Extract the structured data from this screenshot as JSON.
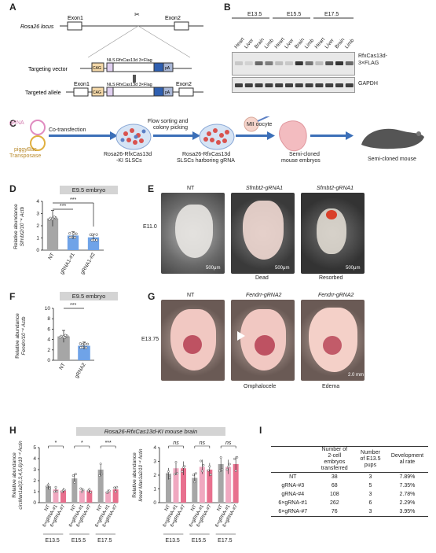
{
  "panels": {
    "A": "A",
    "B": "B",
    "C": "C",
    "D": "D",
    "E": "E",
    "F": "F",
    "G": "G",
    "H": "H",
    "I": "I"
  },
  "panelA": {
    "locus_label": "Rosa26 locus",
    "exon1": "Exon1",
    "exon2": "Exon2",
    "targeting_vector": "Targeting vector",
    "targeted_allele": "Targeted allele",
    "cag": "CAG",
    "nls": "NLS",
    "cassette": "RfxCas13d 3×Flag",
    "pa": "pA"
  },
  "panelB": {
    "stages": [
      "E13.5",
      "E15.5",
      "E17.5"
    ],
    "tissues": [
      "Heart",
      "Liver",
      "Brain",
      "Limb",
      "Heart",
      "Liver",
      "Brain",
      "Limb",
      "Heart",
      "Liver",
      "Brain",
      "Limb"
    ],
    "blot1_label": "RfxCas13d-\n3×FLAG",
    "blot1_l1": "RfxCas13d-",
    "blot1_l2": "3×FLAG",
    "blot2_label": "GAPDH"
  },
  "panelC": {
    "grna": "gRNA",
    "piggybac_l1": "piggyBac",
    "piggybac_l2": "Transposase",
    "cotransfection": "Co-transfection",
    "flow_l1": "Flow sorting and",
    "flow_l2": "colony picking",
    "mii": "MII oocyte",
    "cell1_l1": "Rosa26-RfxCas13d",
    "cell1_l2": "-KI SLSCs",
    "cell2_l1": "Rosa26-RfxCas13d",
    "cell2_l2": "SLSCs harboring gRNA",
    "embryo_l1": "Semi-cloned",
    "embryo_l2": "mouse embryos",
    "mouse": "Semi-cloned mouse"
  },
  "panelD": {
    "header": "E9.5 embryo",
    "ylabel_l1": "Relative abundance",
    "ylabel_l2": "Sfmbt2/10⁻⁴ Actb",
    "sig1": "***",
    "sig2": "***"
  },
  "panelE": {
    "cols": [
      "NT",
      "Sfmbt2-gRNA1",
      "Sfmbt2-gRNA1"
    ],
    "stage": "E11.0",
    "scale": [
      "500μm",
      "500μm",
      "500μm"
    ],
    "captions": [
      "",
      "Dead",
      "Resorbed"
    ]
  },
  "panelF": {
    "header": "E9.5 embryo",
    "ylabel_l1": "Relative abundance",
    "ylabel_l2": "Fendrr/10⁻⁴ Actb",
    "sig": "***"
  },
  "panelG": {
    "cols": [
      "NT",
      "Fendrr-gRNA2",
      "Fendrr-gRNA2"
    ],
    "stage": "E13.75",
    "captions": [
      "",
      "Omphalocele",
      "Edema"
    ],
    "scale": "2.0 mm"
  },
  "panelH": {
    "header": "Rosa26-RfxCas13d-KI mouse brain",
    "left_ylabel_l1": "Relative abundance",
    "left_ylabel_l2": "circMan1a2(2,3,4,5,6)/10⁻⁴ Actin",
    "right_ylabel_l1": "Relative abundance",
    "right_ylabel_l2": "linear Man1a2/10⁻⁴ Actin",
    "left_sig": [
      "*",
      "*",
      "***"
    ],
    "right_sig": [
      "ns",
      "ns",
      "ns"
    ],
    "stages": [
      "E13.5",
      "E15.5",
      "E17.5"
    ],
    "groups": [
      "NT",
      "6×gRNA-#1",
      "6×gRNA-#7"
    ]
  },
  "panelI": {
    "headers": [
      "",
      "Number of 2-cell embryos transferred",
      "Number of E13.5 pups",
      "Development al rate"
    ],
    "h1": "Number of",
    "h1b": "2-cell",
    "h1c": "embryos",
    "h1d": "transferred",
    "h2": "Number",
    "h2b": "of E13.5",
    "h2c": "pups",
    "h3": "Development",
    "h3b": "al rate",
    "rows": [
      {
        "name": "NT",
        "n": "38",
        "p": "3",
        "r": "7.89%"
      },
      {
        "name": "gRNA-#3",
        "n": "68",
        "p": "5",
        "r": "7.35%"
      },
      {
        "name": "gRNA-#4",
        "n": "108",
        "p": "3",
        "r": "2.78%"
      },
      {
        "name": "6×gRNA-#1",
        "n": "262",
        "p": "6",
        "r": "2.29%"
      },
      {
        "name": "6×gRNA-#7",
        "n": "76",
        "p": "3",
        "r": "3.95%"
      }
    ]
  },
  "chart_data": [
    {
      "type": "bar",
      "panel": "D",
      "categories": [
        "NT",
        "gRNA1-#1",
        "gRNA1-#2"
      ],
      "values": [
        2.6,
        1.2,
        1.05
      ],
      "ylim": [
        0,
        4
      ],
      "yticks": [
        "0",
        "1",
        "2",
        "3",
        "4"
      ],
      "ylabel": "Relative abundance Sfmbt2/10⁻⁴ Actb",
      "colors": [
        "#a6a6a6",
        "#6fa3e8",
        "#6fa3e8"
      ]
    },
    {
      "type": "bar",
      "panel": "F",
      "categories": [
        "NT",
        "gRNA2"
      ],
      "values": [
        4.6,
        2.8
      ],
      "ylim": [
        0,
        10
      ],
      "yticks": [
        "0",
        "2",
        "4",
        "6",
        "8",
        "10"
      ],
      "ylabel": "Relative abundance Fendrr/10⁻⁴ Actb",
      "colors": [
        "#a6a6a6",
        "#6fa3e8"
      ]
    },
    {
      "type": "bar",
      "panel": "H-left",
      "categories": [
        "NT",
        "6×gRNA-#1",
        "6×gRNA-#7",
        "NT",
        "6×gRNA-#1",
        "6×gRNA-#7",
        "NT",
        "6×gRNA-#1",
        "6×gRNA-#7"
      ],
      "values": [
        1.5,
        1.2,
        1.1,
        2.2,
        1.1,
        1.1,
        3.0,
        1.0,
        1.2
      ],
      "ylim": [
        0,
        5
      ],
      "yticks": [
        "0",
        "1",
        "2",
        "3",
        "4",
        "5"
      ],
      "ylabel": "Relative abundance circMan1a2(2,3,4,5,6)/10⁻⁴ Actin"
    },
    {
      "type": "bar",
      "panel": "H-right",
      "categories": [
        "NT",
        "6×gRNA-#1",
        "6×gRNA-#7",
        "NT",
        "6×gRNA-#1",
        "6×gRNA-#7",
        "NT",
        "6×gRNA-#1",
        "6×gRNA-#7"
      ],
      "values": [
        2.1,
        2.5,
        2.5,
        1.8,
        2.6,
        2.4,
        2.8,
        2.6,
        2.8
      ],
      "ylim": [
        0,
        4
      ],
      "yticks": [
        "0",
        "1",
        "2",
        "3",
        "4"
      ],
      "ylabel": "Relative abundance linear Man1a2/10⁻⁴ Actin"
    }
  ]
}
